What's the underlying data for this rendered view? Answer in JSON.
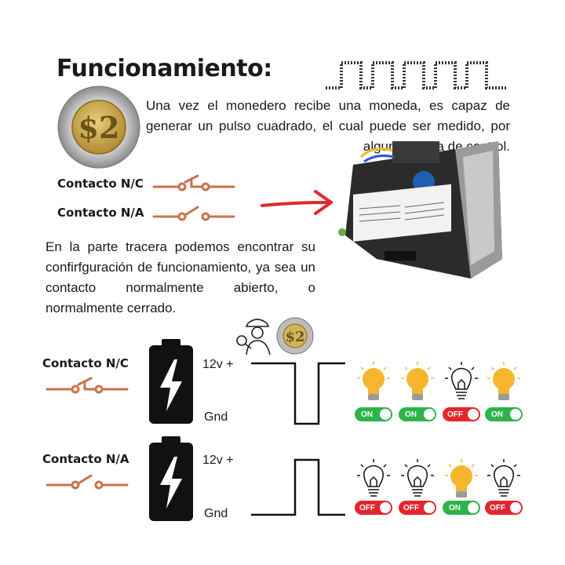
{
  "title": "Funcionamiento:",
  "intro_text": "Una vez el monedero recibe una moneda, es capaz de generar un pulso cuadrado, el cual puede ser medido, por alguna tarjeta de control.",
  "back_text": "En la parte tracera podemos encontrar su confirfguración de funcionamiento, ya sea un contacto normalmente abierto, o normalmente cerrado.",
  "contacts": {
    "nc_label": "Contacto N/C",
    "na_label": "Contacto N/A"
  },
  "coin": {
    "value": "$2"
  },
  "diagram_nc": {
    "label": "Contacto N/C",
    "vplus": "12v +",
    "gnd": "Gnd",
    "states": [
      "ON",
      "ON",
      "OFF",
      "ON"
    ]
  },
  "diagram_na": {
    "label": "Contacto N/A",
    "vplus": "12v +",
    "gnd": "Gnd",
    "states": [
      "OFF",
      "OFF",
      "ON",
      "OFF"
    ]
  },
  "colors": {
    "switch": "#c8734a",
    "arrow": "#e3262d",
    "on": "#2eb34a",
    "off": "#e3262d",
    "bulb_on": "#f5b52e"
  },
  "icons": [
    "square-wave-icon",
    "coin-icon",
    "battery-icon",
    "bulb-on-icon",
    "bulb-off-icon",
    "inspector-icon",
    "coin-acceptor-device"
  ]
}
